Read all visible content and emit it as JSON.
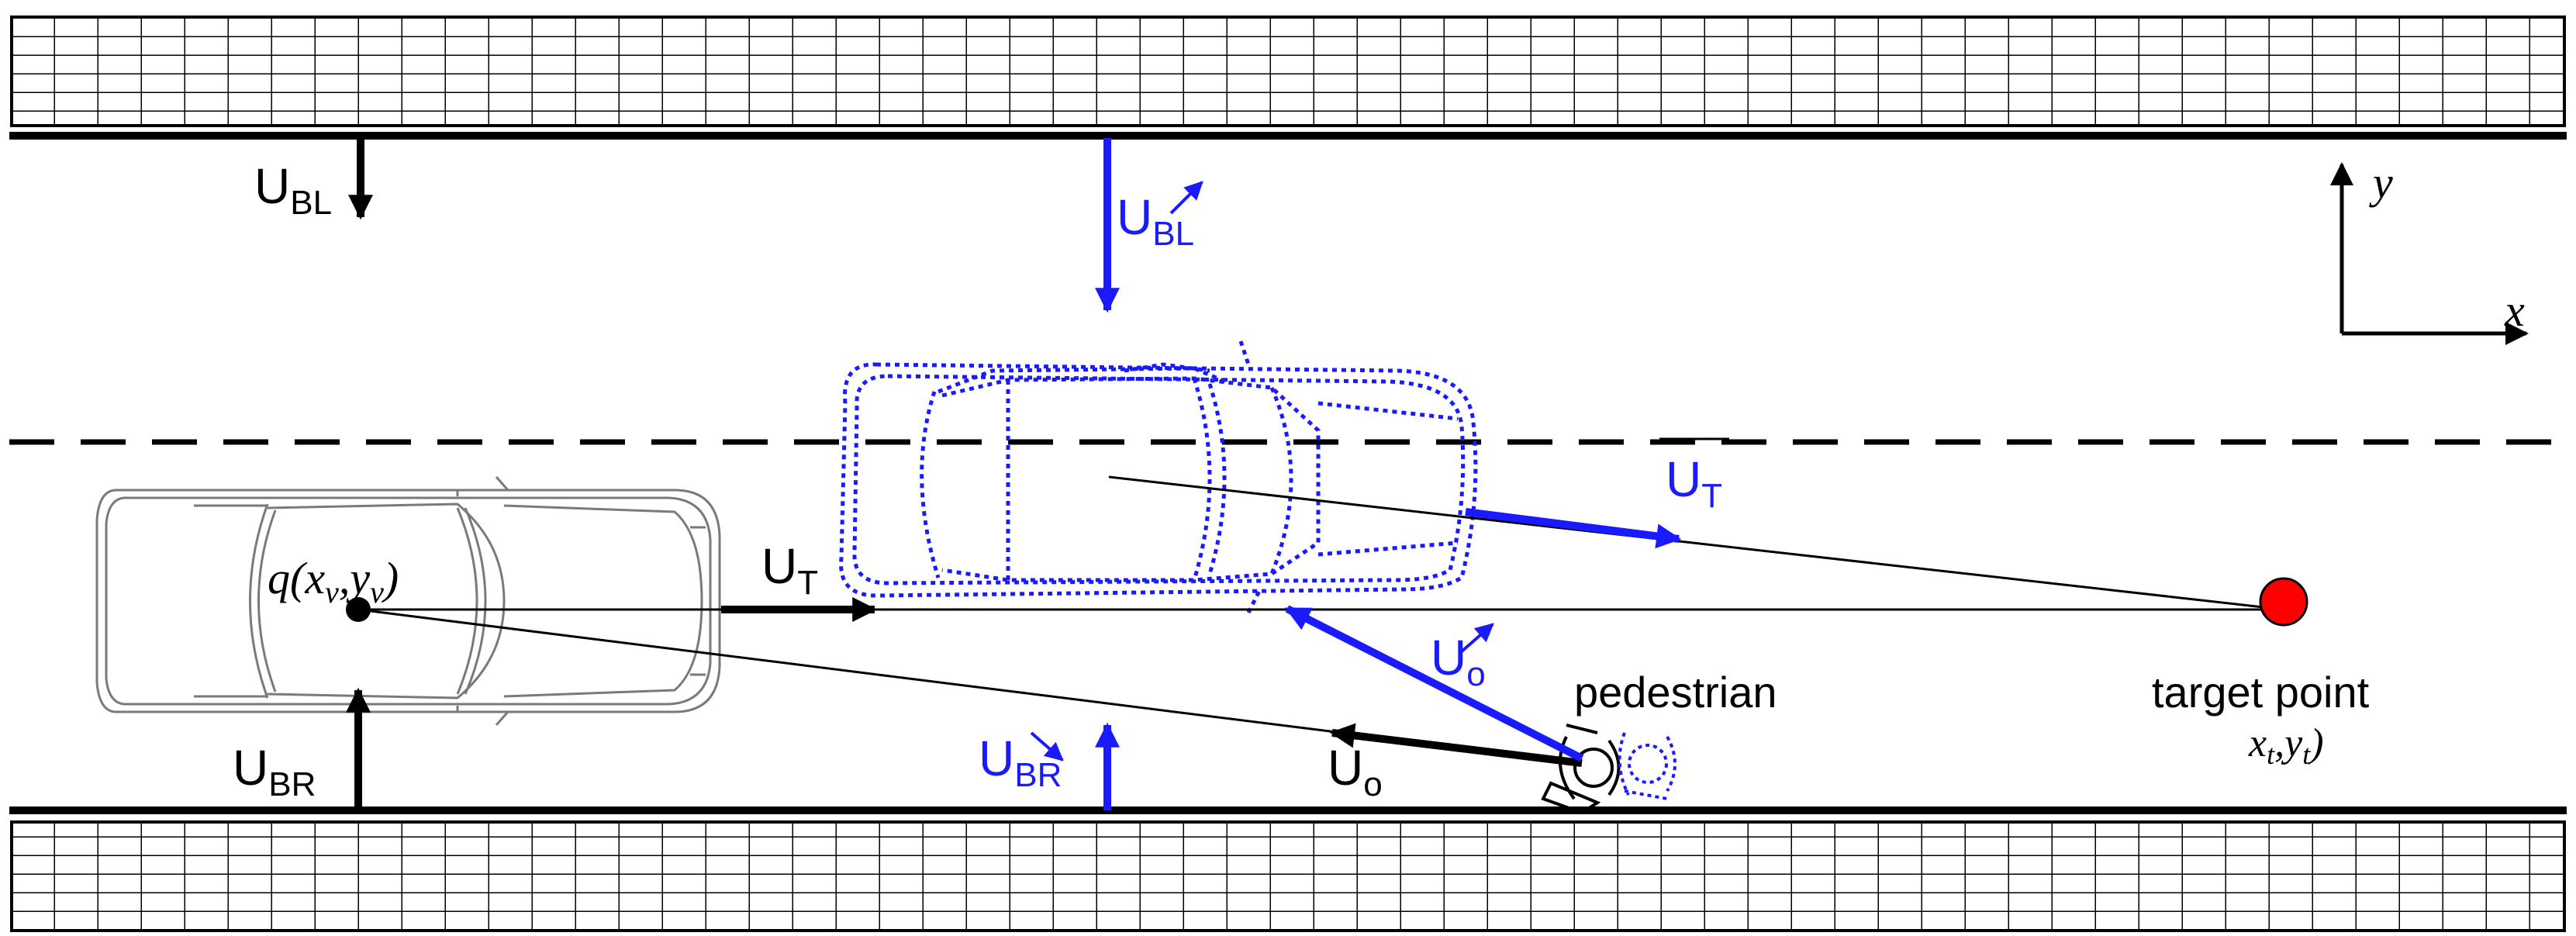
{
  "colors": {
    "black": "#000000",
    "blue": "#1a1aff",
    "target": "#ff0000",
    "background": "#ffffff"
  },
  "labels": {
    "u_bl_black": {
      "base": "U",
      "sub": "BL"
    },
    "u_bl_blue": {
      "base": "U",
      "sub": "BL"
    },
    "u_t_black": {
      "base": "U",
      "sub": "T"
    },
    "u_t_blue": {
      "base": "U",
      "sub": "T"
    },
    "u_br_black": {
      "base": "U",
      "sub": "BR"
    },
    "u_br_blue": {
      "base": "U",
      "sub": "BR"
    },
    "u_o_black": {
      "base": "U",
      "sub": "o"
    },
    "u_o_blue": {
      "base": "U",
      "sub": "o"
    },
    "vehicle_position": {
      "q": "q(",
      "x": "x",
      "xs": "v",
      "comma": ",",
      "y": "y",
      "ys": "v",
      "close": ")"
    },
    "pedestrian": "pedestrian",
    "target_point": "target point",
    "target_coords": {
      "x": "x",
      "xs": "t",
      "comma": ",",
      "y": "y",
      "ys": "t",
      "close": ")"
    },
    "axis_x": "x",
    "axis_y": "y"
  }
}
